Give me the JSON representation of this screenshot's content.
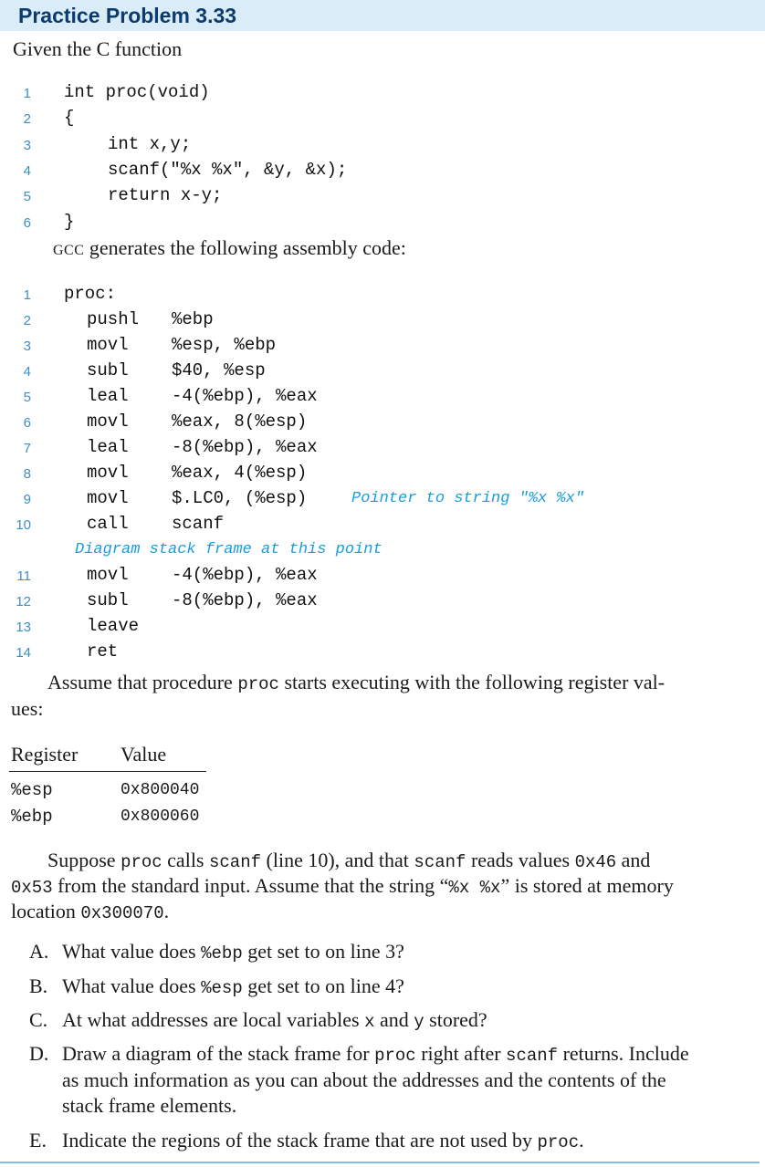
{
  "problem": {
    "title": "Practice Problem 3.33",
    "intro": "Given the C function"
  },
  "c_code": {
    "numbers": [
      "1",
      "2",
      "3",
      "4",
      "5",
      "6"
    ],
    "lines": [
      "int proc(void)",
      "{",
      "int x,y;",
      "scanf(\"%x %x\", &y, &x);",
      "return x-y;",
      "}"
    ]
  },
  "gcc_line": {
    "gcc": "GCC",
    "rest": " generates the following assembly code:"
  },
  "asm": {
    "numbers": [
      "1",
      "2",
      "3",
      "4",
      "5",
      "6",
      "7",
      "8",
      "9",
      "10",
      "11",
      "12",
      "13",
      "14"
    ],
    "label": "proc:",
    "instructions": [
      {
        "op": "pushl",
        "args": "%ebp"
      },
      {
        "op": "movl",
        "args": "%esp, %ebp"
      },
      {
        "op": "subl",
        "args": "$40, %esp"
      },
      {
        "op": "leal",
        "args": "-4(%ebp), %eax"
      },
      {
        "op": "movl",
        "args": "%eax, 8(%esp)"
      },
      {
        "op": "leal",
        "args": "-8(%ebp), %eax"
      },
      {
        "op": "movl",
        "args": "%eax, 4(%esp)"
      },
      {
        "op": "movl",
        "args": "$.LC0, (%esp)"
      },
      {
        "op": "call",
        "args": "scanf"
      },
      {
        "op": "movl",
        "args": "-4(%ebp), %eax"
      },
      {
        "op": "subl",
        "args": "-8(%ebp), %eax"
      },
      {
        "op": "leave",
        "args": ""
      },
      {
        "op": "ret",
        "args": ""
      }
    ],
    "comment_line9": "Pointer to string \"%x %x\"",
    "diagram_note": "Diagram stack frame at this point"
  },
  "assume": {
    "pre": "Assume that procedure ",
    "proc": "proc",
    "post": " starts executing with the following register val-",
    "cont": "ues:"
  },
  "registers": {
    "header_register": "Register",
    "header_value": "Value",
    "rows": [
      {
        "name": "%esp",
        "value": "0x800040"
      },
      {
        "name": "%ebp",
        "value": "0x800060"
      }
    ]
  },
  "suppose": {
    "l1_a": "Suppose ",
    "l1_proc": "proc",
    "l1_b": " calls ",
    "l1_scanf": "scanf",
    "l1_c": " (line 10), and that ",
    "l1_scanf2": "scanf",
    "l1_d": " reads values ",
    "l1_v1": "0x46",
    "l1_e": " and",
    "l2_v2": "0x53",
    "l2_a": " from the standard input. Assume that the string “",
    "l2_fmt": "%x %x",
    "l2_b": "” is stored at memory",
    "l3_a": "location ",
    "l3_addr": "0x300070",
    "l3_b": "."
  },
  "questions": {
    "A": {
      "letter": "A.",
      "pre": "What value does ",
      "code": "%ebp",
      "post": " get set to on line 3?"
    },
    "B": {
      "letter": "B.",
      "pre": "What value does ",
      "code": "%esp",
      "post": " get set to on line 4?"
    },
    "C": {
      "letter": "C.",
      "pre": "At what addresses are local variables ",
      "code1": "x",
      "mid": " and ",
      "code2": "y",
      "post": " stored?"
    },
    "D": {
      "letter": "D.",
      "l1_pre": "Draw a diagram of the stack frame for ",
      "l1_code1": "proc",
      "l1_mid": " right after ",
      "l1_code2": "scanf",
      "l1_post": " returns. Include",
      "l2": "as much information as you can about the addresses and the contents of the",
      "l3": "stack frame elements."
    },
    "E": {
      "letter": "E.",
      "pre": "Indicate the regions of the stack frame that are not used by ",
      "code": "proc",
      "post": "."
    }
  }
}
